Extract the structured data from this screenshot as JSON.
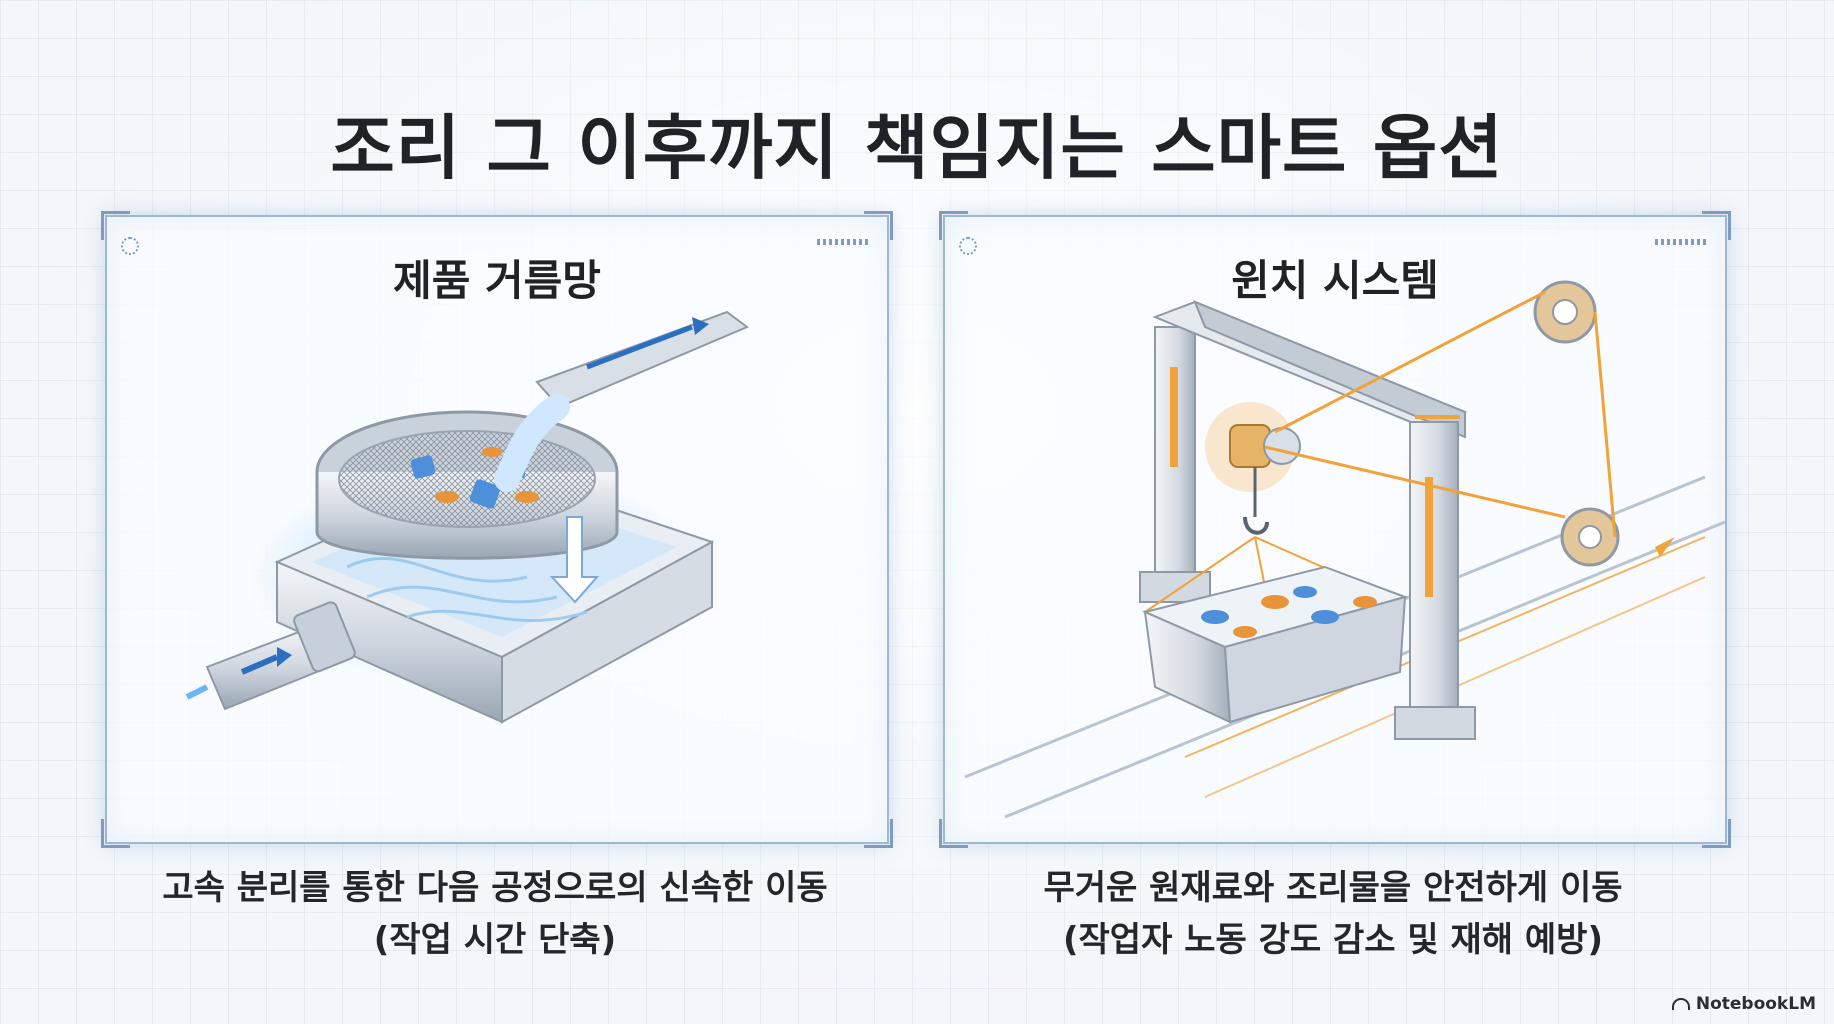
{
  "title": "조리 그 이후까지 책임지는 스마트 옵션",
  "panels": [
    {
      "title": "제품 거름망",
      "caption_line1": "고속 분리를 통한 다음 공정으로의 신속한 이동",
      "caption_line2": "(작업 시간 단축)",
      "illustration": "strainer-basket-over-tray-icon"
    },
    {
      "title": "윈치 시스템",
      "caption_line1": "무거운 원재료와 조리물을 안전하게 이동",
      "caption_line2": "(작업자 노동 강도 감소 및 재해 예방)",
      "illustration": "gantry-winch-hoist-icon"
    }
  ],
  "brand": "NotebookLM",
  "colors": {
    "accent_blue": "#4aa3f0",
    "accent_orange": "#f2a23a",
    "frame": "#9fb7d1",
    "text": "#1f2227"
  }
}
